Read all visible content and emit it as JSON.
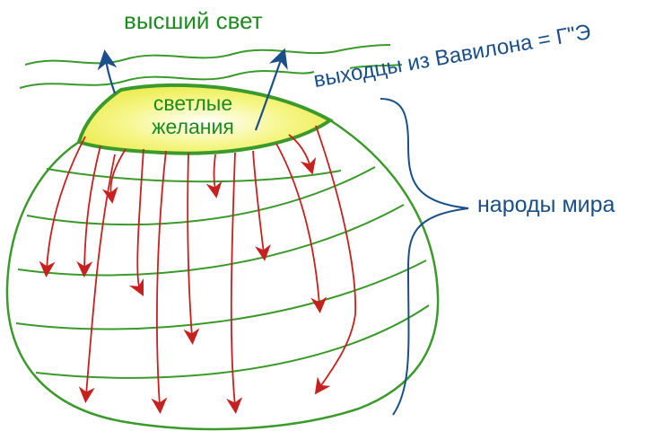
{
  "labels": {
    "top_light": "высший свет",
    "bright_desires_line1": "светлые",
    "bright_desires_line2": "желания",
    "exiles": "выходцы из Вавилона = Г\"Э",
    "peoples": "народы мира"
  },
  "colors": {
    "green_text": "#1f8a1f",
    "blue_text": "#1a4f8a",
    "globe_stroke": "#3a9a2a",
    "yellow_fill": "#f3f36a",
    "red_arrow": "#c8201e",
    "blue_arrow": "#1a4f8a"
  }
}
